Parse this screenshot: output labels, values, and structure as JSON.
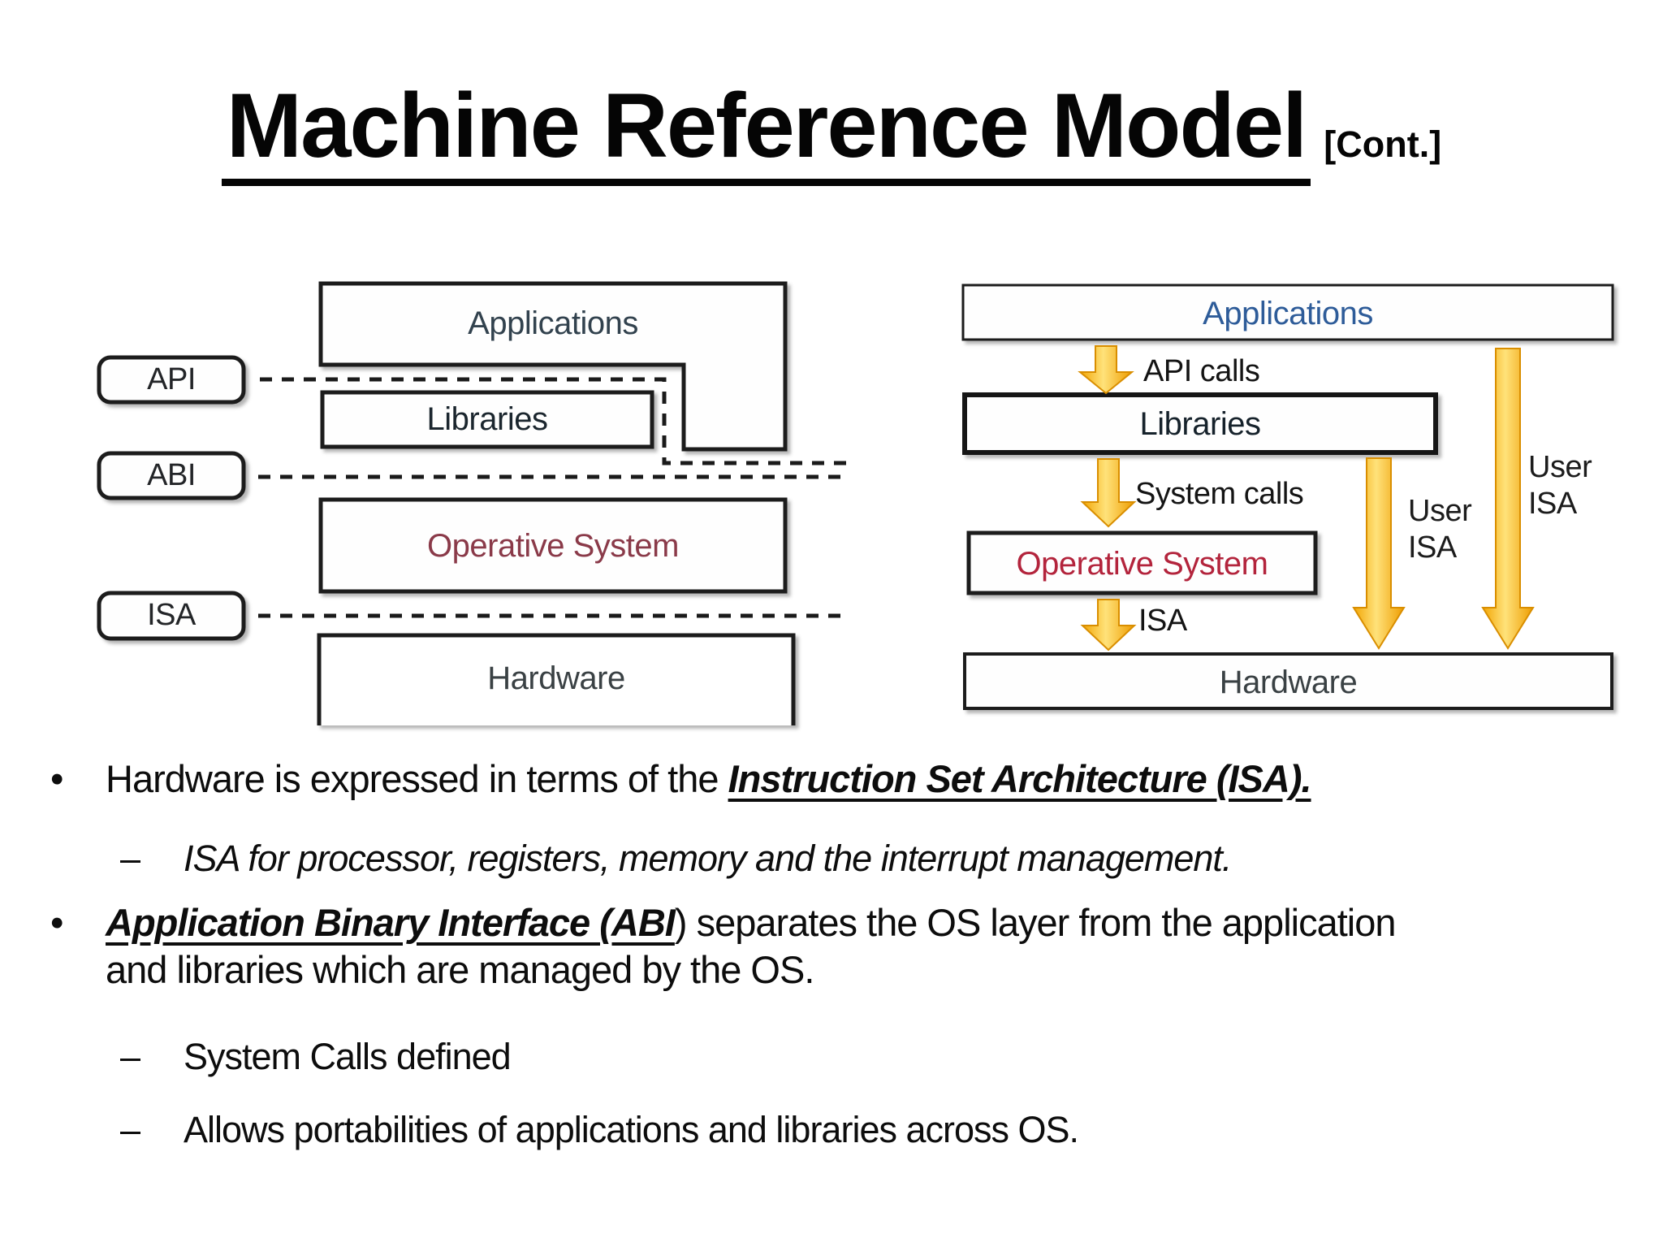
{
  "title": {
    "text": "Machine Reference Model",
    "suffix": "[Cont.]"
  },
  "left_diagram": {
    "applications": "Applications",
    "libraries": "Libraries",
    "os": "Operative System",
    "hardware": "Hardware",
    "api": "API",
    "abi": "ABI",
    "isa": "ISA"
  },
  "right_diagram": {
    "applications": "Applications",
    "api_calls": "API calls",
    "libraries": "Libraries",
    "system_calls": "System calls",
    "os": "Operative System",
    "isa": "ISA",
    "hardware": "Hardware",
    "user_isa_left": "User ISA",
    "user_isa_right": "User ISA"
  },
  "bullets": {
    "main_marker": "•",
    "sub_marker": "–",
    "b1_pre": "Hardware is expressed in terms of the ",
    "b1_emph": "Instruction Set Architecture (ISA).",
    "sub1": "ISA for processor, registers, memory and the interrupt management.",
    "b2_emph": "Application Binary Interface (ABI",
    "b2_post": ") separates the OS layer from the application and libraries which are managed by the OS.",
    "sub2": "System Calls defined",
    "sub3": "Allows portabilities of applications and libraries across OS."
  },
  "colors": {
    "arrow_yellow": "#fdb515",
    "arrow_edge": "#d98e00",
    "app_blue": "#2e5c99",
    "os_red_left": "#8a3a49",
    "os_red_right": "#b3243c",
    "box_border": "#1c1c1c"
  }
}
